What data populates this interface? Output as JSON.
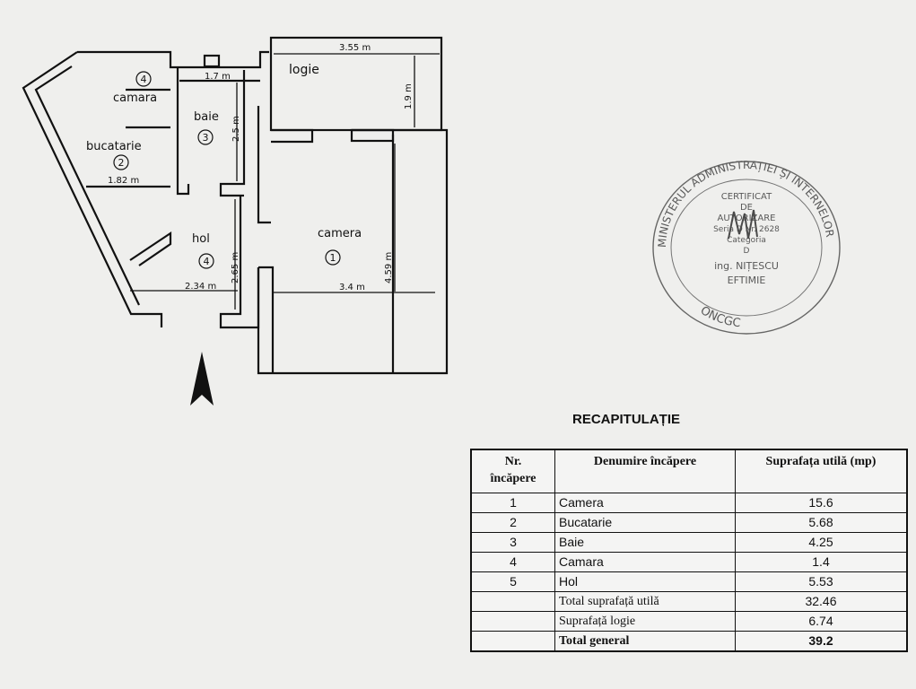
{
  "plan": {
    "rooms": {
      "logie": "logie",
      "camara": "camara",
      "baie": "baie",
      "bucatarie": "bucatarie",
      "hol": "hol",
      "camera": "camera"
    },
    "room_numbers": {
      "camara": "4",
      "baie": "3",
      "bucatarie": "2",
      "hol": "4",
      "camera": "1"
    },
    "dimensions": {
      "logie_width": "3.55 m",
      "logie_depth": "1.9 m",
      "baie_width": "1.7 m",
      "baie_depth": "2.5 m",
      "bucatarie_width": "1.82 m",
      "hol_width": "2.34 m",
      "hol_depth": "2.65 m",
      "camera_width": "3.4 m",
      "camera_depth": "4.59 m"
    }
  },
  "stamp": {
    "ring_top": "MINISTERUL ADMINISTRAȚIEI ȘI INTERNELOR",
    "ring_bottom": "ONCGC",
    "lines": [
      "CERTIFICAT",
      "DE",
      "AUTORIZARE",
      "Seria D Nr. 2628",
      "Categoria",
      "D",
      "ing. NIȚESCU",
      "EFTIMIE"
    ]
  },
  "recap": {
    "title": "RECAPITULAȚIE",
    "headers": {
      "nr_line1": "Nr.",
      "nr_line2": "încăpere",
      "name": "Denumire încăpere",
      "area": "Suprafața utilă (mp)"
    },
    "rows": [
      {
        "nr": "1",
        "name": "Camera",
        "area": "15.6"
      },
      {
        "nr": "2",
        "name": "Bucatarie",
        "area": "5.68"
      },
      {
        "nr": "3",
        "name": "Baie",
        "area": "4.25"
      },
      {
        "nr": "4",
        "name": "Camara",
        "area": "1.4"
      },
      {
        "nr": "5",
        "name": "Hol",
        "area": "5.53"
      }
    ],
    "total_util": {
      "label": "Total suprafață utilă",
      "value": "32.46"
    },
    "logie": {
      "label": "Suprafață logie",
      "value": "6.74"
    },
    "total_general": {
      "label": "Total general",
      "value": "39.2"
    }
  }
}
